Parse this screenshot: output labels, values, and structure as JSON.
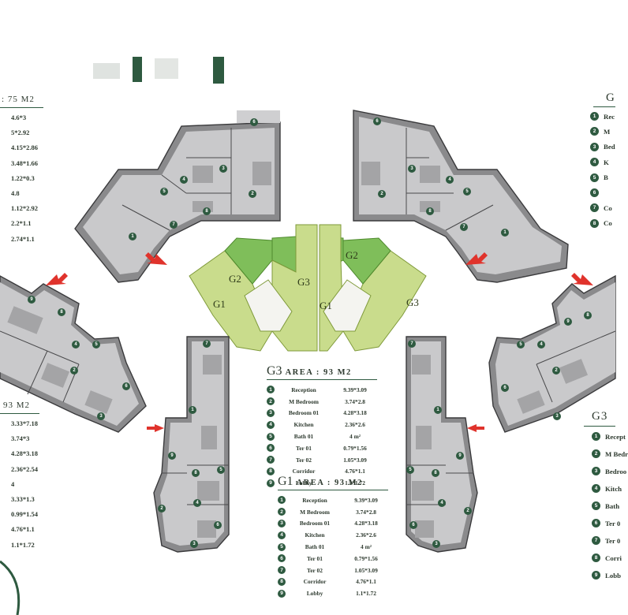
{
  "core_labels": [
    "G2",
    "G3",
    "G1",
    "G2",
    "G1",
    "G3"
  ],
  "left_list": {
    "top_title": "75 M2",
    "top_values": [
      "4.6*3",
      "5*2.92",
      "4.15*2.86",
      "3.48*1.66",
      "1.22*0.3",
      "4.8",
      "1.12*2.92",
      "2.2*1.1",
      "2.74*1.1"
    ],
    "bottom_title": "93 M2",
    "bottom_values": [
      "3.33*7.18",
      "3.74*3",
      "4.28*3.18",
      "2.36*2.54",
      "4",
      "3.33*1.3",
      "0.99*1.54",
      "4.76*1.1",
      "1.1*1.72"
    ]
  },
  "table_g3": {
    "g": "G3",
    "title": "AREA : 93 M2",
    "rows": [
      {
        "n": "1",
        "room": "Reception",
        "dim": "9.39*3.09"
      },
      {
        "n": "2",
        "room": "M Bedroom",
        "dim": "3.74*2.8"
      },
      {
        "n": "3",
        "room": "Bedroom 01",
        "dim": "4.28*3.18"
      },
      {
        "n": "4",
        "room": "Kitchen",
        "dim": "2.36*2.6"
      },
      {
        "n": "5",
        "room": "Bath 01",
        "dim": "4 m²"
      },
      {
        "n": "6",
        "room": "Ter 01",
        "dim": "0.79*1.56"
      },
      {
        "n": "7",
        "room": "Ter 02",
        "dim": "1.05*3.09"
      },
      {
        "n": "8",
        "room": "Corridor",
        "dim": "4.76*1.1"
      },
      {
        "n": "9",
        "room": "Lobby",
        "dim": "1.1*1.72"
      }
    ]
  },
  "table_g1": {
    "g": "G1",
    "title": "AREA : 93 M2",
    "rows": [
      {
        "n": "1",
        "room": "Reception",
        "dim": "9.39*3.09"
      },
      {
        "n": "2",
        "room": "M Bedroom",
        "dim": "3.74*2.8"
      },
      {
        "n": "3",
        "room": "Bedroom 01",
        "dim": "4.28*3.18"
      },
      {
        "n": "4",
        "room": "Kitchen",
        "dim": "2.36*2.6"
      },
      {
        "n": "5",
        "room": "Bath 01",
        "dim": "4 m²"
      },
      {
        "n": "6",
        "room": "Ter 01",
        "dim": "0.79*1.56"
      },
      {
        "n": "7",
        "room": "Ter 02",
        "dim": "1.05*3.09"
      },
      {
        "n": "8",
        "room": "Corridor",
        "dim": "4.76*1.1"
      },
      {
        "n": "9",
        "room": "Lobby",
        "dim": "1.1*1.72"
      }
    ]
  },
  "right_top": {
    "title": "G",
    "rows": [
      {
        "n": "1",
        "label": "Rec"
      },
      {
        "n": "2",
        "label": "M"
      },
      {
        "n": "3",
        "label": "Bed"
      },
      {
        "n": "4",
        "label": "K"
      },
      {
        "n": "5",
        "label": "B"
      },
      {
        "n": "6",
        "label": ""
      },
      {
        "n": "7",
        "label": "Co"
      },
      {
        "n": "8",
        "label": "Co"
      }
    ]
  },
  "right_bottom": {
    "title": "G3",
    "rows": [
      {
        "n": "1",
        "label": "Recept"
      },
      {
        "n": "2",
        "label": "M Bedr"
      },
      {
        "n": "3",
        "label": "Bedroo"
      },
      {
        "n": "4",
        "label": "Kitch"
      },
      {
        "n": "5",
        "label": "Bath"
      },
      {
        "n": "6",
        "label": "Ter 0"
      },
      {
        "n": "7",
        "label": "Ter 0"
      },
      {
        "n": "8",
        "label": "Corri"
      },
      {
        "n": "9",
        "label": "Lobb"
      }
    ]
  },
  "colors": {
    "accent": "#2e5a40",
    "core_light": "#c9dc8c",
    "core_dark": "#7fbe5a",
    "arrow": "#e0332c"
  }
}
